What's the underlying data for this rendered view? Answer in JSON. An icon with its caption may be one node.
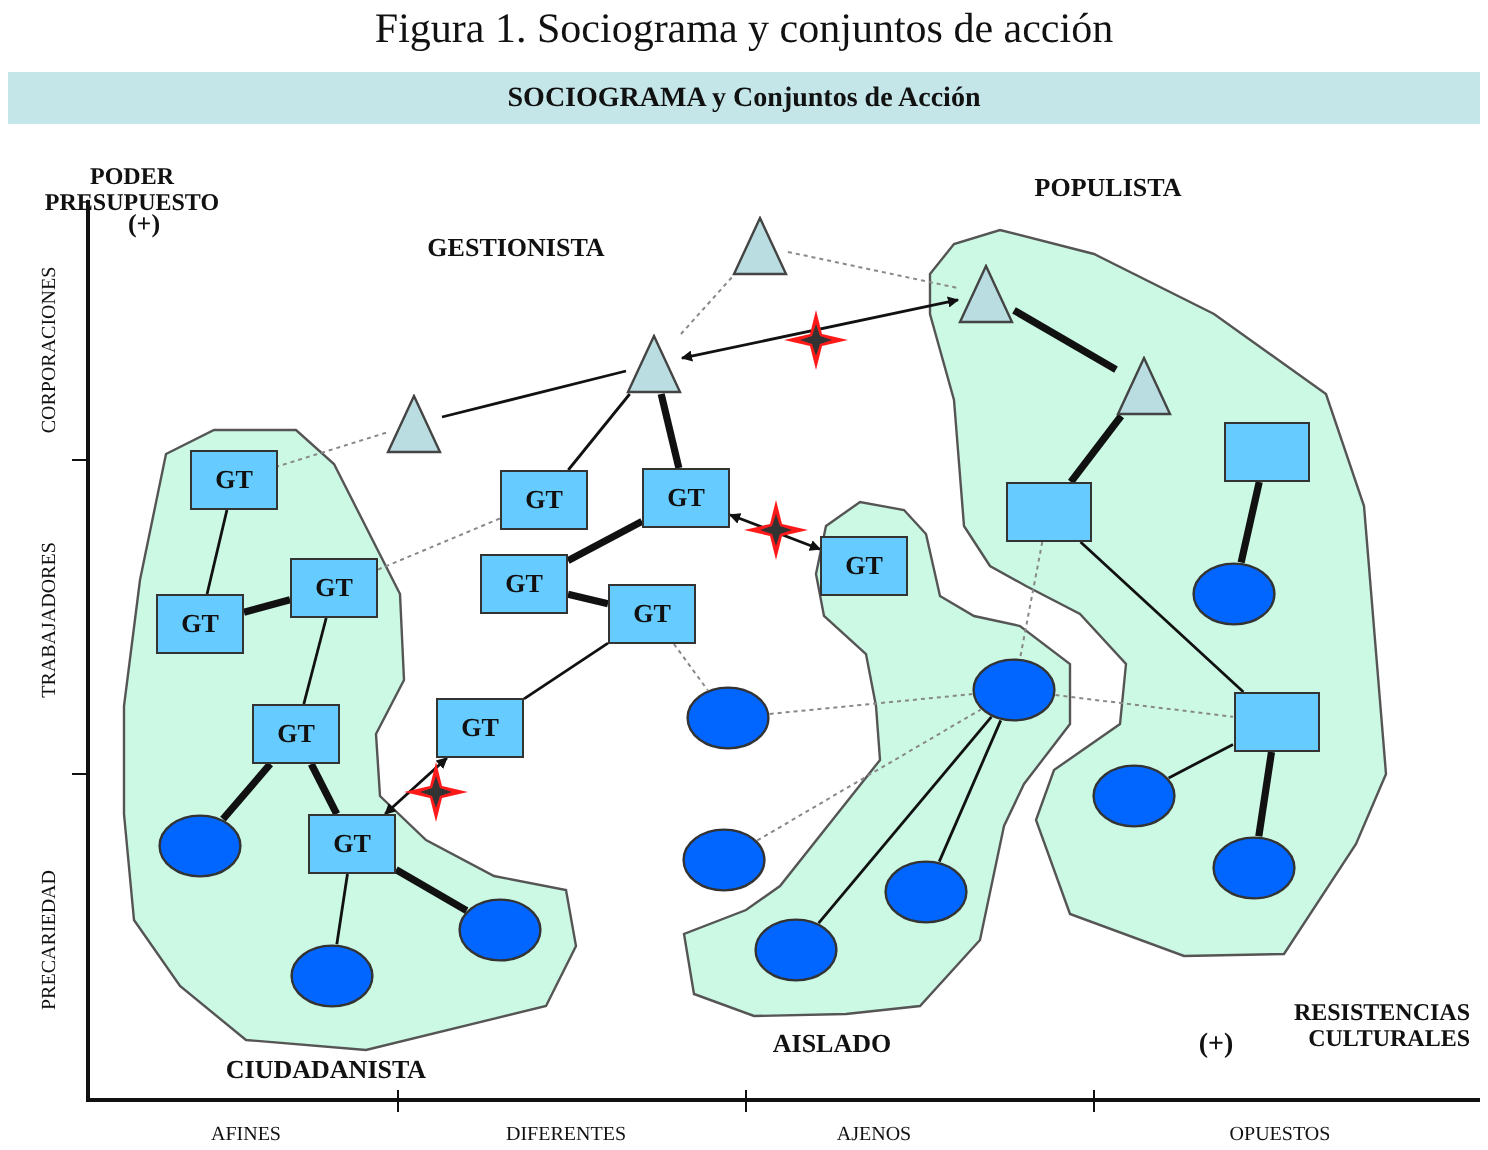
{
  "diagram": {
    "title": "Figura 1. Sociograma y conjuntos de acción",
    "nodes": [
      {
        "text": [],
        "shape": "triangle"
      },
      {
        "text": [],
        "shape": "triangle"
      },
      {
        "text": [],
        "shape": "triangle"
      },
      {
        "text": [],
        "shape": "triangle"
      },
      {
        "text": [],
        "shape": "triangle"
      },
      {
        "text": [],
        "shape": "box"
      },
      {
        "text": [
          "GT"
        ]
      },
      {
        "text": [
          "GT"
        ]
      },
      {
        "text": [
          "GT"
        ]
      },
      {
        "text": [],
        "shape": "box"
      },
      {
        "text": [
          "GT"
        ]
      },
      {
        "text": [
          "GT"
        ]
      },
      {
        "text": [
          "GT"
        ]
      },
      {
        "text": [],
        "shape": "circle"
      },
      {
        "text": [
          "GT"
        ]
      },
      {
        "text": [
          "GT"
        ]
      },
      {
        "text": [],
        "shape": "circle"
      },
      {
        "text": [],
        "shape": "circle"
      },
      {
        "text": [],
        "shape": "box"
      },
      {
        "text": [
          "GT"
        ]
      },
      {
        "text": [
          "GT"
        ]
      },
      {
        "text": [],
        "shape": "circle"
      },
      {
        "text": [
          "GT"
        ]
      },
      {
        "text": [],
        "shape": "circle"
      },
      {
        "text": [],
        "shape": "circle"
      },
      {
        "text": [],
        "shape": "circle"
      },
      {
        "text": [],
        "shape": "circle"
      },
      {
        "text": [],
        "shape": "circle"
      },
      {
        "text": [],
        "shape": "circle"
      },
      {
        "text": [],
        "shape": "circle"
      }
    ],
    "edges": [
      {
        "from": 4,
        "to": 2,
        "arrow": "none"
      },
      {
        "from": 4,
        "to": 6,
        "arrow": "none",
        "style": "dashed",
        "color": "#888888"
      },
      {
        "from": 2,
        "to": 8,
        "arrow": "none"
      },
      {
        "from": 2,
        "to": 7,
        "arrow": "none",
        "style": "thick"
      },
      {
        "from": 2,
        "to": 0,
        "arrow": "none",
        "style": "dashed",
        "color": "#888888"
      },
      {
        "from": 0,
        "to": 1,
        "arrow": "none",
        "style": "dashed",
        "color": "#888888"
      },
      {
        "from": 2,
        "to": 1,
        "arrow": "both"
      },
      {
        "from": 1,
        "to": 3,
        "arrow": "none",
        "style": "thick"
      },
      {
        "from": 3,
        "to": 9,
        "arrow": "none",
        "style": "thick"
      },
      {
        "from": 9,
        "to": 18,
        "arrow": "none"
      },
      {
        "from": 9,
        "to": 16,
        "arrow": "none",
        "style": "dashed",
        "color": "#888888"
      },
      {
        "from": 5,
        "to": 13,
        "arrow": "none",
        "style": "thick"
      },
      {
        "from": 18,
        "to": 21,
        "arrow": "none"
      },
      {
        "from": 18,
        "to": 25,
        "arrow": "none",
        "style": "thick"
      },
      {
        "from": 16,
        "to": 18,
        "arrow": "none",
        "style": "dashed",
        "color": "#888888"
      },
      {
        "from": 6,
        "to": 15,
        "arrow": "none"
      },
      {
        "from": 15,
        "to": 12,
        "arrow": "none",
        "style": "thick"
      },
      {
        "from": 12,
        "to": 8,
        "arrow": "none",
        "style": "dashed",
        "color": "#888888"
      },
      {
        "from": 12,
        "to": 20,
        "arrow": "none"
      },
      {
        "from": 20,
        "to": 23,
        "arrow": "none",
        "style": "thick"
      },
      {
        "from": 20,
        "to": 22,
        "arrow": "none",
        "style": "thick"
      },
      {
        "from": 22,
        "to": 29,
        "arrow": "none"
      },
      {
        "from": 22,
        "to": 27,
        "arrow": "none",
        "style": "thick"
      },
      {
        "from": 22,
        "to": 19,
        "arrow": "both"
      },
      {
        "from": 19,
        "to": 14,
        "arrow": "none"
      },
      {
        "from": 11,
        "to": 7,
        "arrow": "none",
        "style": "thick"
      },
      {
        "from": 11,
        "to": 14,
        "arrow": "none",
        "style": "thick"
      },
      {
        "from": 14,
        "to": 17,
        "arrow": "none",
        "style": "dashed",
        "color": "#888888"
      },
      {
        "from": 7,
        "to": 10,
        "arrow": "both"
      },
      {
        "from": 17,
        "to": 16,
        "arrow": "none",
        "style": "dashed",
        "color": "#888888"
      },
      {
        "from": 24,
        "to": 16,
        "arrow": "none",
        "style": "dashed",
        "color": "#888888"
      },
      {
        "from": 16,
        "to": 28,
        "arrow": "none"
      },
      {
        "from": 16,
        "to": 26,
        "arrow": "none"
      }
    ],
    "labels": [
      "SOCIOGRAMA y Conjuntos de Acción",
      "PODER PRESUPUESTO",
      "(+)",
      "CORPORACIONES",
      "TRABAJADORES",
      "PRECARIEDAD",
      "GESTIONISTA",
      "POPULISTA",
      "CIUDADANISTA",
      "AISLADO",
      "(+)",
      "RESISTENCIAS CULTURALES",
      "AFINES",
      "DIFERENTES",
      "AJENOS",
      "OPUESTOS"
    ]
  }
}
